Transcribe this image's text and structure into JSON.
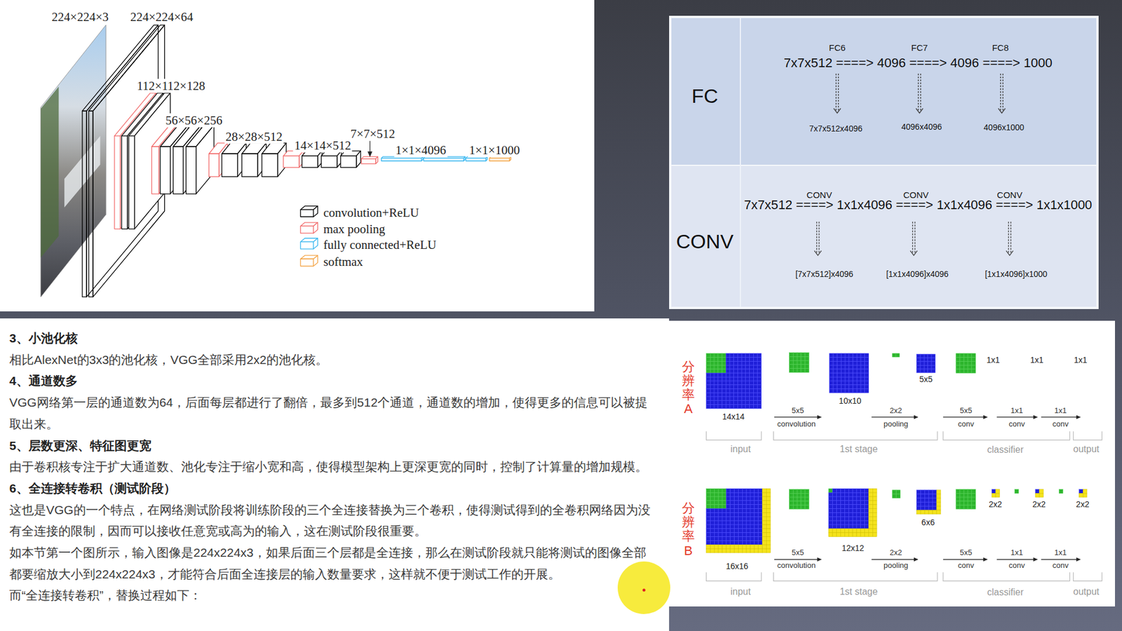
{
  "diagram": {
    "labels": [
      "224×224×3",
      "224×224×64",
      "112×112×128",
      "56×56×256",
      "28×28×512",
      "14×14×512",
      "7×7×512",
      "1×1×4096",
      "1×1×1000",
      "FC",
      "FC6",
      "FC7",
      "FC8",
      "7x7x512 ====> 4096 ====> 4096 ====> 1000",
      "7x7x512x4096",
      "4096x4096",
      "4096x1000",
      "CONV",
      "CONV",
      "CONV",
      "CONV",
      "7x7x512 ====> 1x1x4096 ====> 1x1x4096 ====> 1x1x1000",
      "[7x7x512]x4096",
      "[1x1x4096]x4096",
      "[1x1x4096]x1000",
      "3、小池化核",
      "相比AlexNet的3x3的池化核，VGG全部采用2x2的池化核。",
      "4、通道数多",
      "VGG网络第一层的通道数为64，后面每层都进行了翻倍，最多到512个通道，通道数的增加，使得更多的信息可以被提取出来。",
      "5、层数更深、特征图更宽",
      "由于卷积核专注于扩大通道数、池化专注于缩小宽和高，使得模型架构上更深更宽的同时，控制了计算量的增加规模。",
      "6、全连接转卷积（测试阶段）",
      "这也是VGG的一个特点，在网络测试阶段将训练阶段的三个全连接替换为三个卷积，使得测试得到的全卷积网络因为没有全连接的限制，因而可以接收任意宽或高为的输入，这在测试阶段很重要。",
      "如本节第一个图所示，输入图像是224x224x3，如果后面三个层都是全连接，那么在测试阶段就只能将测试的图像全部都要缩放大小到224x224x3，才能符合后面全连接层的输入数量要求，这样就不便于测试工作的开展。",
      "而“全连接转卷积”，替换过程如下：",
      "分辨率A",
      "14x14",
      "5x5",
      "convolution",
      "10x10",
      "2x2",
      "pooling",
      "5x5",
      "5x5",
      "conv",
      "1x1",
      "1x1",
      "conv",
      "1x1",
      "1x1",
      "conv",
      "1x1",
      "input",
      "1st stage",
      "classifier",
      "output",
      "分辨率B",
      "16x16",
      "5x5",
      "convolution",
      "12x12",
      "2x2",
      "pooling",
      "6x6",
      "5x5",
      "conv",
      "2x2",
      "1x1",
      "conv",
      "2x2",
      "1x1",
      "conv",
      "2x2",
      "input",
      "1st stage",
      "classifier",
      "output"
    ],
    "legend": [
      {
        "text": "convolution+ReLU",
        "color": "#000000"
      },
      {
        "text": "max pooling",
        "color": "#f26d6d"
      },
      {
        "text": "fully connected+ReLU",
        "color": "#3bb8f0"
      },
      {
        "text": "softmax",
        "color": "#f4a64a"
      }
    ]
  }
}
